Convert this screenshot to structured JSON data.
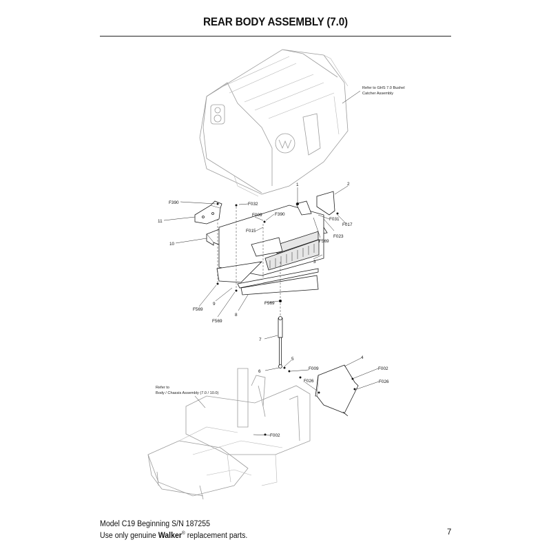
{
  "page": {
    "title": "REAR BODY ASSEMBLY (7.0)",
    "footer_line1": "Model C19 Beginning S/N 187255",
    "footer_line2_prefix": "Use only genuine ",
    "footer_brand": "Walker",
    "footer_registered": "®",
    "footer_line2_suffix": " replacement parts.",
    "page_number": "7"
  },
  "notes": {
    "ghs_ref_1": "Refer to GHS 7.0 Bushel",
    "ghs_ref_2": "Catcher Assembly",
    "chassis_ref_1": "Refer to",
    "chassis_ref_2": "Body / Chassis Assembly (7.0 / 10.0)"
  },
  "callouts": {
    "c1": "1",
    "c2": "2",
    "c3": "3",
    "c4": "4",
    "c5": "5",
    "c6": "6",
    "c7": "7",
    "c8": "8",
    "c9": "9",
    "c10": "10",
    "c11": "11",
    "f390a": "F390",
    "f390b": "F390",
    "f032": "F032",
    "f009a": "F009",
    "f015": "F015",
    "f031": "F031",
    "f023": "F023",
    "f017": "F017",
    "f569a": "F569",
    "f569b": "F569",
    "f569c": "F569",
    "f569d": "F569",
    "f009b": "F009",
    "f002a": "F002",
    "f026a": "F026",
    "f026b": "F026",
    "f002b": "F002"
  }
}
